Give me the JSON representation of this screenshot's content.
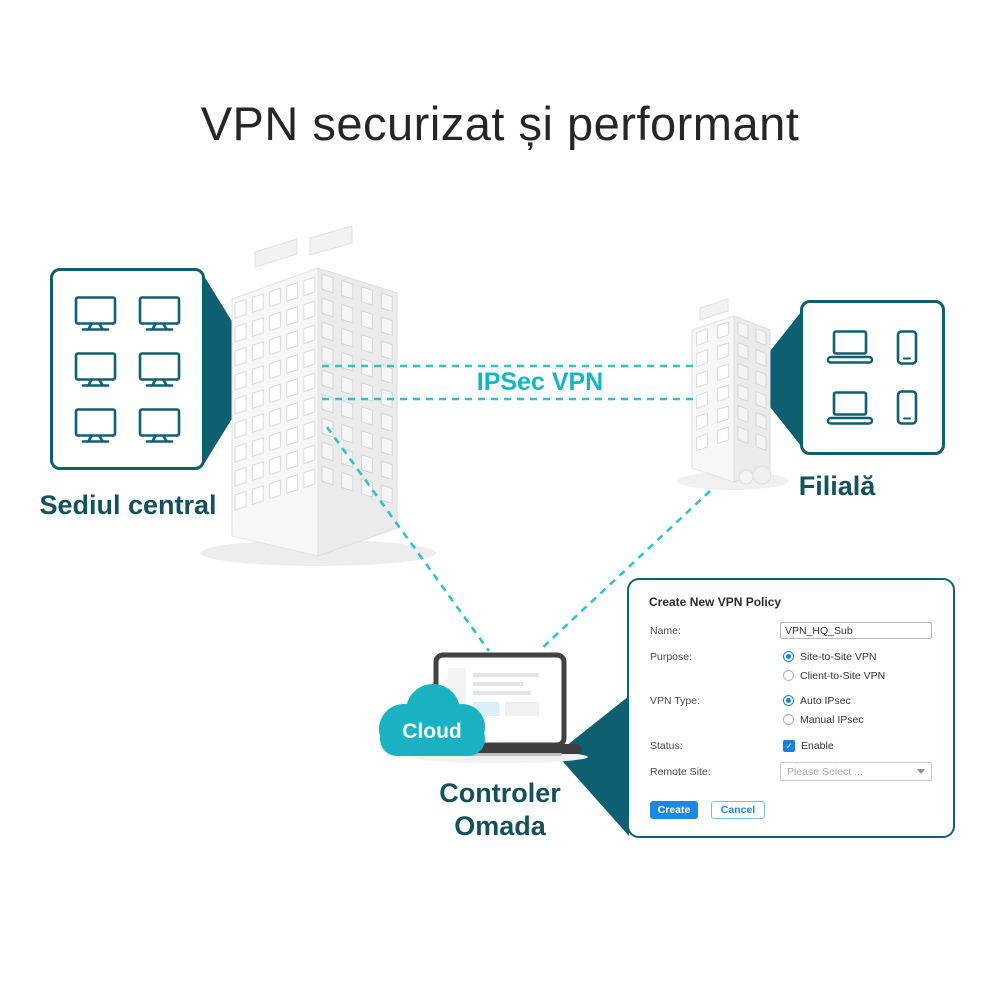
{
  "title": "VPN securizat și performant",
  "sites": {
    "hq_label": "Sediul central",
    "branch_label": "Filială"
  },
  "link_label": "IPSec VPN",
  "cloud_label": "Cloud",
  "controller_label": {
    "line1": "Controler",
    "line2": "Omada"
  },
  "icons": {
    "hq_devices": [
      "desktop-monitor-icon",
      "desktop-monitor-icon",
      "desktop-monitor-icon",
      "desktop-monitor-icon",
      "desktop-monitor-icon",
      "desktop-monitor-icon"
    ],
    "branch_devices": [
      "laptop-icon",
      "smartphone-icon",
      "laptop-icon",
      "smartphone-icon"
    ],
    "controller": [
      "laptop-icon",
      "cloud-icon"
    ]
  },
  "colors": {
    "teal_accent": "#12b7c7",
    "teal_dark": "#0e5f70",
    "cloud_teal": "#18b2c2",
    "form_blue": "#1e88e5",
    "title_text": "#262626",
    "site_label_text": "#15505f"
  },
  "vpn_form": {
    "title": "Create New VPN Policy",
    "fields": {
      "name": {
        "label": "Name:",
        "value": "VPN_HQ_Sub"
      },
      "purpose": {
        "label": "Purpose:",
        "options": [
          {
            "label": "Site-to-Site VPN",
            "selected": true
          },
          {
            "label": "Client-to-Site VPN",
            "selected": false
          }
        ]
      },
      "vpn_type": {
        "label": "VPN Type:",
        "options": [
          {
            "label": "Auto IPsec",
            "selected": true
          },
          {
            "label": "Manual IPsec",
            "selected": false
          }
        ]
      },
      "status": {
        "label": "Status:",
        "option_label": "Enable",
        "checked": true
      },
      "remote_site": {
        "label": "Remote Site:",
        "placeholder": "Please Select ..."
      }
    },
    "buttons": {
      "create": "Create",
      "cancel": "Cancel"
    }
  }
}
